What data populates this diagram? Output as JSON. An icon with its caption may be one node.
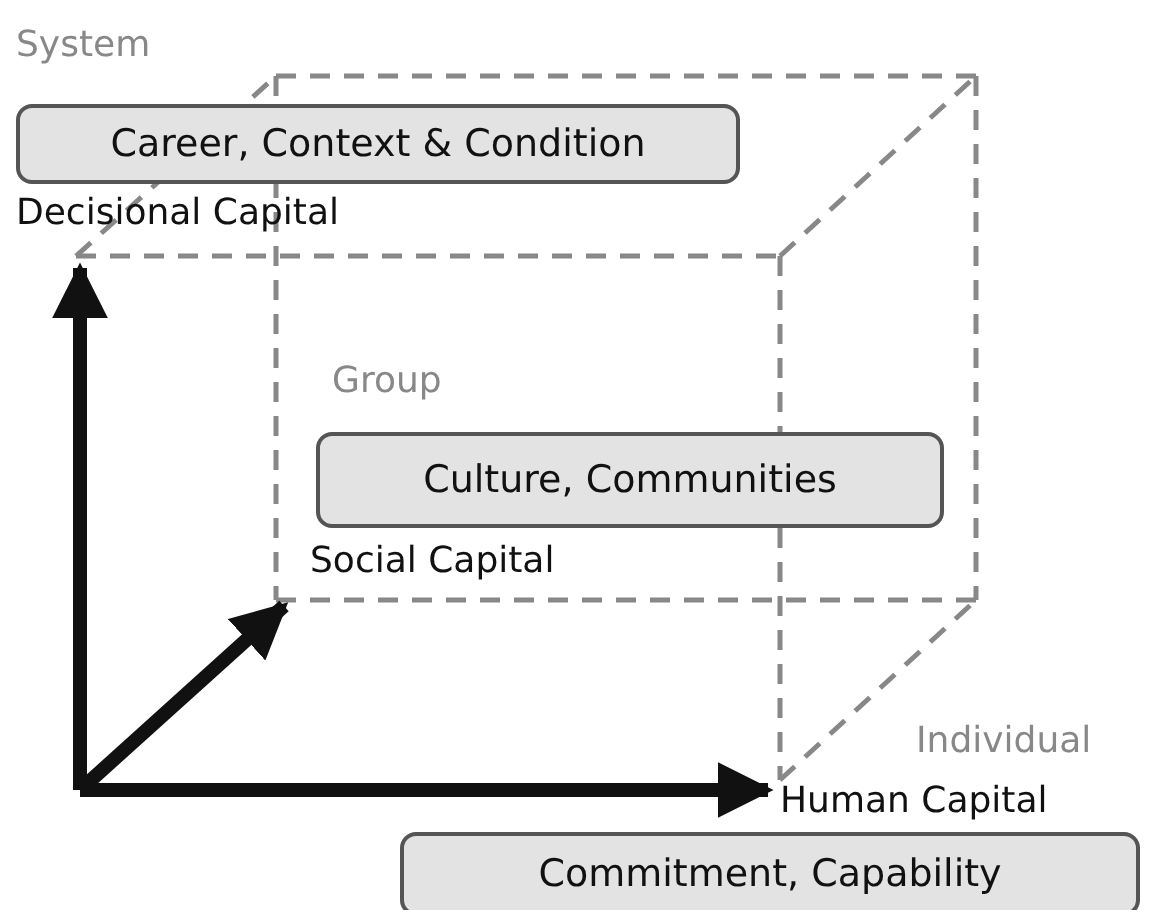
{
  "diagram": {
    "nodes": [
      {
        "text": [
          "Career, Context & Condition"
        ]
      },
      {
        "text": [
          "Culture, Communities"
        ]
      },
      {
        "text": [
          "Commitment, Capability"
        ]
      }
    ],
    "labels": [
      "System",
      "Decisional Capital",
      "Group",
      "Social Capital",
      "Individual",
      "Human Capital"
    ]
  }
}
